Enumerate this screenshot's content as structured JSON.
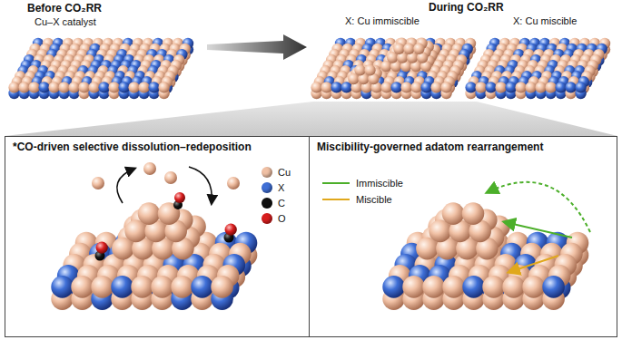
{
  "diagram": {
    "nodes": [
      {
        "text": [
          "*CO-driven selective dissolution–redeposition"
        ]
      },
      {
        "text": [
          "Miscibility-governed adatom rearrangement"
        ]
      }
    ],
    "labels": [
      "Before CO₂RR",
      "Cu–X catalyst",
      "During CO₂RR",
      "X: Cu immiscible",
      "X: Cu miscible"
    ],
    "legend": [
      {
        "text": "Cu",
        "color": "#f0c0a4"
      },
      {
        "text": "X",
        "color": "#3f6fd6"
      },
      {
        "text": "C",
        "color": "#111111"
      },
      {
        "text": "O",
        "color": "#d81e1e"
      },
      {
        "text": "Immiscible"
      },
      {
        "text": "Miscible"
      }
    ]
  }
}
